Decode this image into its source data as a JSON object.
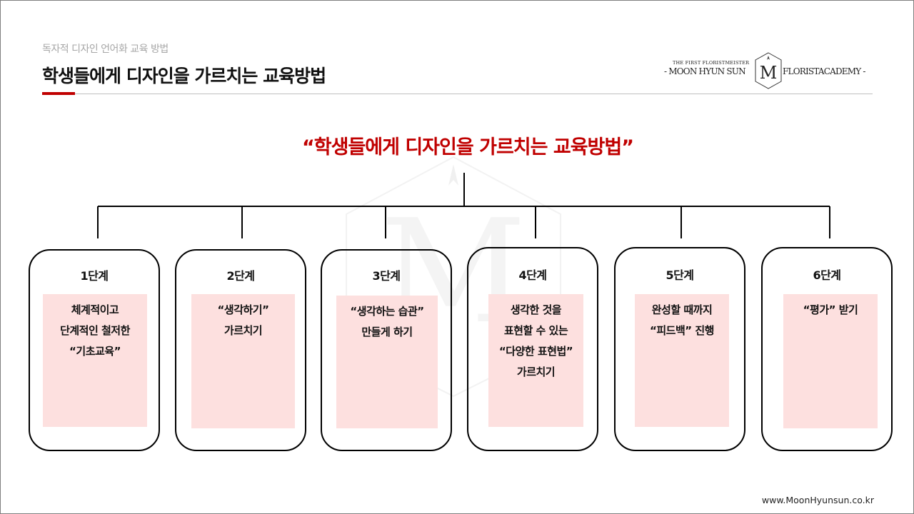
{
  "header": {
    "subtitle": "독자적 디자인 언어화 교육 방법",
    "title": "학생들에게 디자인을 가르치는 교육방법"
  },
  "logo": {
    "tagline": "THE FIRST FLORISTMEISTER",
    "left_text": "- MOON HYUN SUN",
    "right_text": "FLORISTACADEMY -",
    "emblem_text": "M"
  },
  "headline": "“학생들에게 디자인을 가르치는 교육방법”",
  "steps": [
    {
      "label": "1단계",
      "lines": [
        "체계적이고",
        "단계적인 철저한",
        "“기초교육”"
      ]
    },
    {
      "label": "2단계",
      "lines": [
        "“생각하기”",
        "가르치기"
      ]
    },
    {
      "label": "3단계",
      "lines": [
        "“생각하는 습관”",
        "만들게 하기"
      ]
    },
    {
      "label": "4단계",
      "lines": [
        "생각한 것을",
        "표현할 수 있는",
        "“다양한 표현법”",
        "가르치기"
      ]
    },
    {
      "label": "5단계",
      "lines": [
        "완성할 때까지",
        "“피드백” 진행"
      ]
    },
    {
      "label": "6단계",
      "lines": [
        "“평가” 받기"
      ]
    }
  ],
  "footer": "www.MoonHyunsun.co.kr",
  "colors": {
    "accent": "#c00000",
    "panel": "#fde0df"
  }
}
